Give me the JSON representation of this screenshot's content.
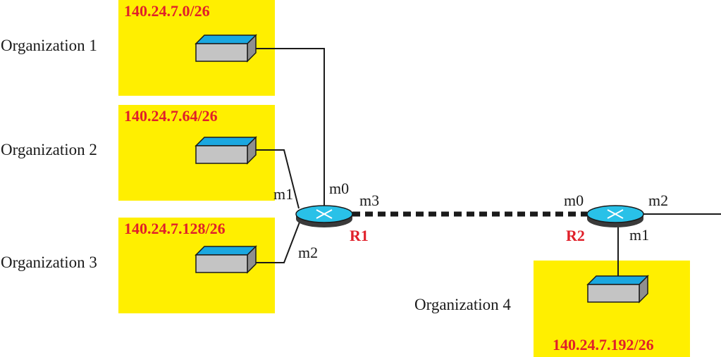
{
  "colors": {
    "network_fill": "#ffef00",
    "address_text": "#e0202a",
    "router_label_text": "#e0202a",
    "router_top": "#29c1e8",
    "router_base": "#3a3a3a",
    "switch_top": "#1aa7e0",
    "switch_body": "#c4c4c4",
    "wire": "#1a1a1a"
  },
  "organizations": [
    {
      "name": "Organization 1",
      "network": "140.24.7.0/26"
    },
    {
      "name": "Organization 2",
      "network": "140.24.7.64/26"
    },
    {
      "name": "Organization 3",
      "network": "140.24.7.128/26"
    },
    {
      "name": "Organization 4",
      "network": "140.24.7.192/26"
    }
  ],
  "routers": [
    {
      "label": "R1",
      "ports": {
        "m0": "m0",
        "m1": "m1",
        "m2": "m2",
        "m3": "m3"
      }
    },
    {
      "label": "R2",
      "ports": {
        "m0": "m0",
        "m1": "m1",
        "m2": "m2"
      }
    }
  ],
  "icons": {
    "switch": "switch-icon",
    "router": "router-icon"
  }
}
